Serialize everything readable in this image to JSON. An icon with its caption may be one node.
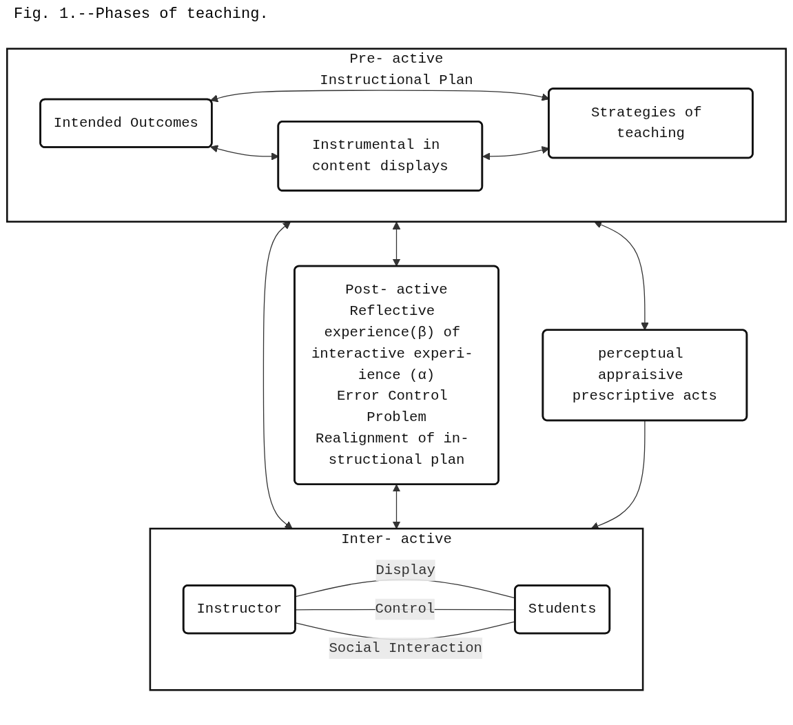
{
  "diagram": {
    "title": "Fig. 1.--Phases of teaching.",
    "nodes": [
      {
        "text": [
          "Pre- active",
          "Instructional Plan"
        ]
      },
      {
        "text": [
          "Intended Outcomes"
        ],
        "in": 0
      },
      {
        "text": [
          "Instrumental in content displays"
        ],
        "in": 0
      },
      {
        "text": [
          "Strategies of teaching"
        ],
        "in": 0
      },
      {
        "text": [
          "Post- active",
          "Reflective experience(β) of interactive experi- ience (α)",
          "Error Control Problem",
          "Realignment of in- structional plan"
        ]
      },
      {
        "text": [
          "Inter- active"
        ]
      },
      {
        "text": [
          "Instructor"
        ],
        "in": 5
      },
      {
        "text": [
          "Students"
        ],
        "in": 5
      },
      {
        "text": [
          "perceptual appraisive prescriptive acts"
        ]
      }
    ],
    "edges": [
      {
        "from": 1,
        "to": 2,
        "arrow": "both"
      },
      {
        "from": 1,
        "to": 3,
        "arrow": "both"
      },
      {
        "from": 2,
        "to": 3,
        "arrow": "both"
      },
      {
        "from": 0,
        "to": 4,
        "arrow": "both"
      },
      {
        "from": 0,
        "to": 5,
        "arrow": "both"
      },
      {
        "from": 4,
        "to": 5,
        "arrow": "both"
      },
      {
        "from": 0,
        "to": 8,
        "arrow": "both"
      },
      {
        "from": 8,
        "to": 5,
        "arrow": "to"
      },
      {
        "from": 6,
        "to": 7,
        "arrow": "none",
        "label": "Display"
      },
      {
        "from": 6,
        "to": 7,
        "arrow": "none",
        "label": "Control"
      },
      {
        "from": 6,
        "to": 7,
        "arrow": "none",
        "label": "Social Interaction"
      }
    ]
  }
}
